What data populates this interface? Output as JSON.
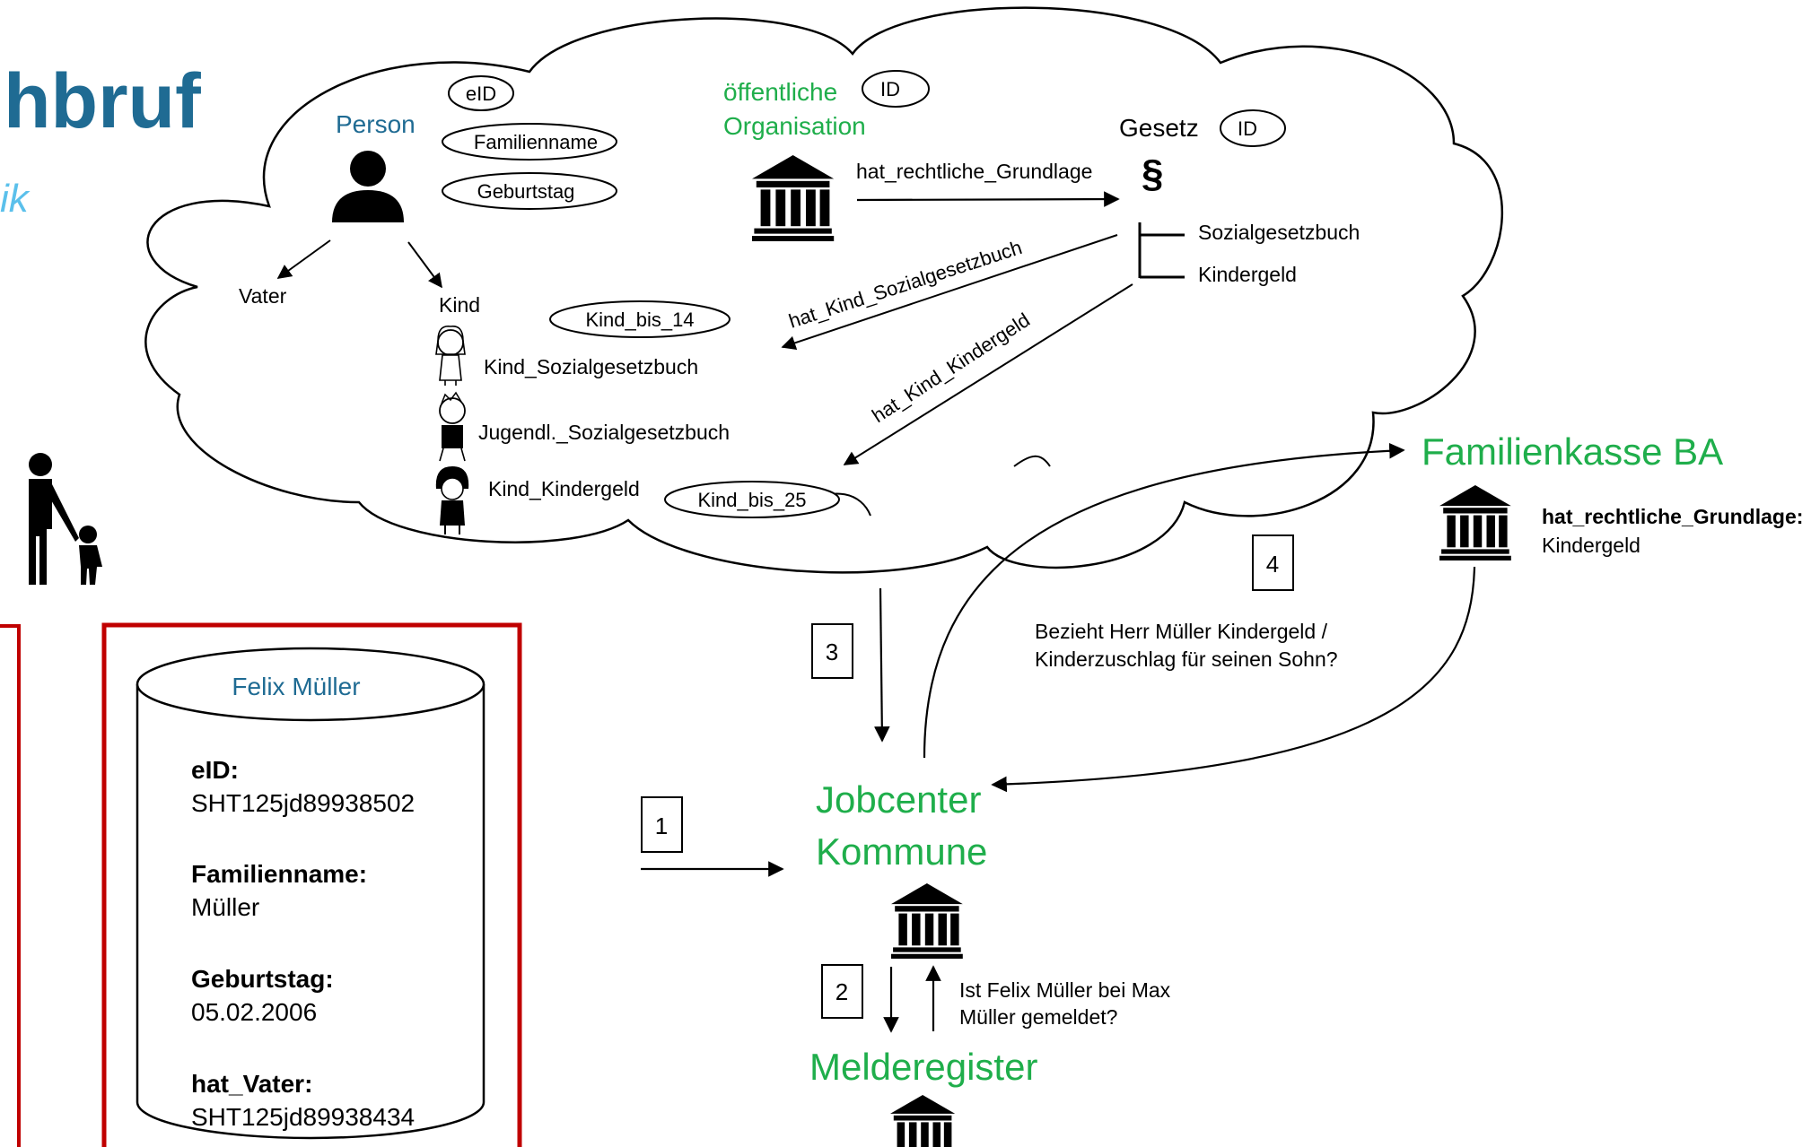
{
  "title": {
    "text": "hbruf",
    "subtitle": "ik"
  },
  "ontology": {
    "person": {
      "label": "Person",
      "attributes": [
        "eID",
        "Familienname",
        "Geburtstag"
      ],
      "icon": "person-icon",
      "children": {
        "left": "Vater",
        "right": "Kind"
      }
    },
    "kind_variants": [
      {
        "label": "Kind_Sozialgesetzbuch",
        "icon": "girl-icon"
      },
      {
        "label": "Jugendl._Sozialgesetzbuch",
        "icon": "boy-icon"
      },
      {
        "label": "Kind_Kindergeld",
        "icon": "child-icon"
      }
    ],
    "kind_attributes": [
      "Kind_bis_14",
      "Kind_bis_25"
    ],
    "organisation": {
      "label_line1": "öffentliche",
      "label_line2": "Organisation",
      "attribute": "ID",
      "icon": "building-icon"
    },
    "gesetz": {
      "label": "Gesetz",
      "attribute": "ID",
      "symbol": "§",
      "branches": [
        "Sozialgesetzbuch",
        "Kindergeld"
      ]
    },
    "relations": {
      "org_gesetz": "hat_rechtliche_Grundlage",
      "kind_sgb": "hat_Kind_Sozialgesetzbuch",
      "kind_kg": "hat_Kind_Kindergeld"
    }
  },
  "record": {
    "name": "Felix Müller",
    "fields": [
      {
        "label": "eID:",
        "value": "SHT125jd89938502"
      },
      {
        "label": "Familienname:",
        "value": "Müller"
      },
      {
        "label": "Geburtstag:",
        "value": "05.02.2006"
      },
      {
        "label": "hat_Vater:",
        "value": "SHT125jd89938434"
      }
    ]
  },
  "process": {
    "steps": [
      "1",
      "2",
      "3",
      "4"
    ],
    "jobcenter": {
      "line1": "Jobcenter",
      "line2": "Kommune"
    },
    "melderegister": "Melderegister",
    "familienkasse": {
      "name": "Familienkasse BA",
      "rel_label": "hat_rechtliche_Grundlage:",
      "rel_value": "Kindergeld"
    },
    "question_melde_line1": "Ist Felix Müller bei Max",
    "question_melde_line2": "Müller gemeldet?",
    "question_fk_line1": "Bezieht Herr Müller Kindergeld /",
    "question_fk_line2": "Kinderzuschlag für seinen Sohn?"
  },
  "colors": {
    "title_blue": "#1f6b93",
    "subtitle_blue": "#5bc0eb",
    "person_blue": "#1f6b93",
    "green": "#1fae4b",
    "red_frame": "#c00000",
    "black": "#000000"
  }
}
